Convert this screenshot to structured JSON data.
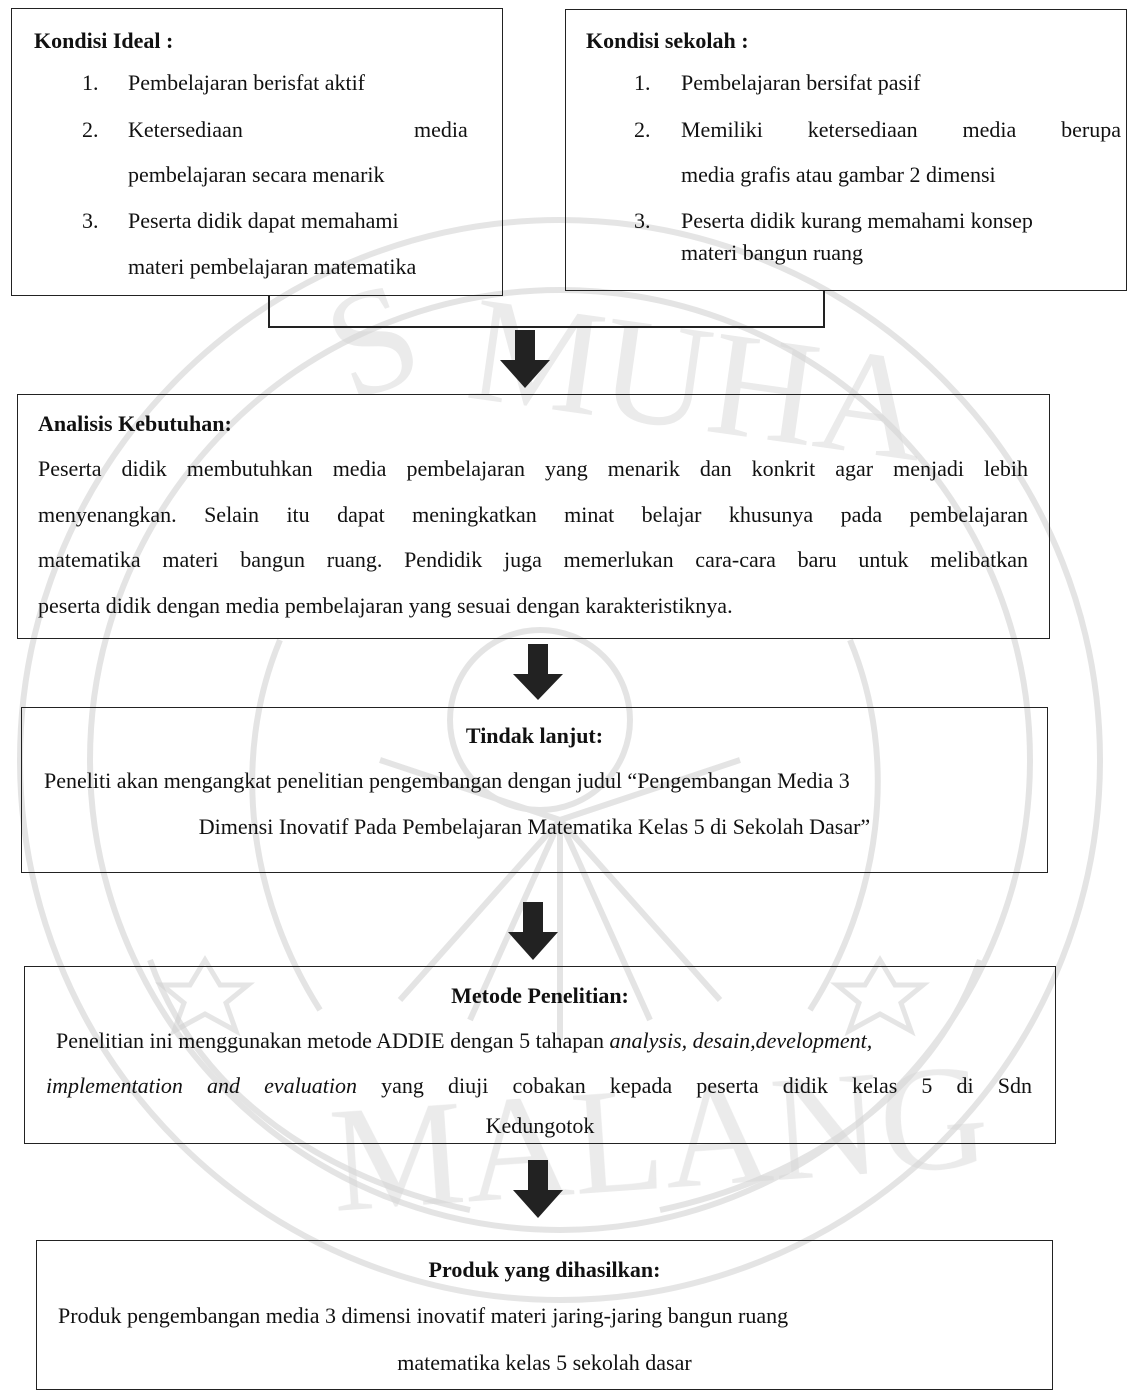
{
  "watermark": {
    "top_text": "MUHA",
    "left_text": "S",
    "bottom_text": "MALANG"
  },
  "kondisi_ideal": {
    "title": "Kondisi Ideal :",
    "items": [
      {
        "num": "1.",
        "lines": [
          "Pembelajaran berisfat aktif"
        ]
      },
      {
        "num": "2.",
        "lines": [
          "Ketersediaan",
          "media",
          "pembelajaran secara menarik"
        ]
      },
      {
        "num": "3.",
        "lines": [
          "Peserta didik dapat  memahami",
          "materi pembelajaran matematika"
        ]
      }
    ]
  },
  "kondisi_sekolah": {
    "title": "Kondisi sekolah :",
    "items": [
      {
        "num": "1.",
        "lines": [
          "Pembelajaran bersifat pasif"
        ]
      },
      {
        "num": "2.",
        "lines": [
          "Memiliki ketersediaan media berupa",
          "media grafis atau gambar 2 dimensi"
        ]
      },
      {
        "num": "3.",
        "lines": [
          "Peserta didik kurang memahami konsep",
          "materi bangun ruang"
        ]
      }
    ]
  },
  "analisis": {
    "title": "Analisis Kebutuhan:",
    "lines": [
      "Peserta didik membutuhkan media pembelajaran yang menarik dan konkrit agar menjadi lebih",
      "menyenangkan. Selain itu dapat meningkatkan minat belajar khusunya pada pembelajaran",
      "matematika materi bangun ruang. Pendidik juga memerlukan cara-cara baru untuk melibatkan",
      "peserta didik dengan  media pembelajaran yang sesuai dengan karakteristiknya."
    ]
  },
  "tindak_lanjut": {
    "title": "Tindak lanjut:",
    "lines": [
      "Peneliti akan mengangkat penelitian pengembangan dengan judul “Pengembangan Media 3",
      "Dimensi Inovatif Pada Pembelajaran Matematika Kelas 5 di Sekolah Dasar”"
    ]
  },
  "metode": {
    "title": "Metode Penelitian:",
    "line1_normal": " Penelitian ini menggunakan metode ADDIE dengan 5 tahapan ",
    "line1_italic": "analysis, desain,development,",
    "line2_italic": "implementation and evaluation",
    "line2_normal": " yang diuji cobakan kepada peserta didik kelas 5 di Sdn",
    "line3": "Kedungotok"
  },
  "produk": {
    "title": "Produk yang dihasilkan:",
    "lines": [
      "Produk pengembangan media 3 dimensi inovatif materi jaring-jaring bangun ruang",
      "matematika kelas 5 sekolah dasar"
    ]
  }
}
